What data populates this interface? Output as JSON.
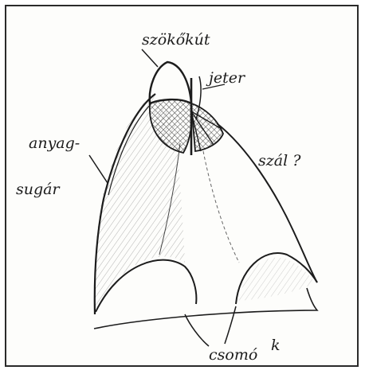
{
  "labels": {
    "top": "szökőkút",
    "right_top": "jeter",
    "left_1": "anyag-",
    "left_2": "sugár",
    "right": "szál ?",
    "bottom": "csomó",
    "bottom_sup": "k"
  },
  "colors": {
    "ink": "#1c1c1c",
    "paper": "#fdfdfb",
    "frame": "#2a2a2a"
  }
}
